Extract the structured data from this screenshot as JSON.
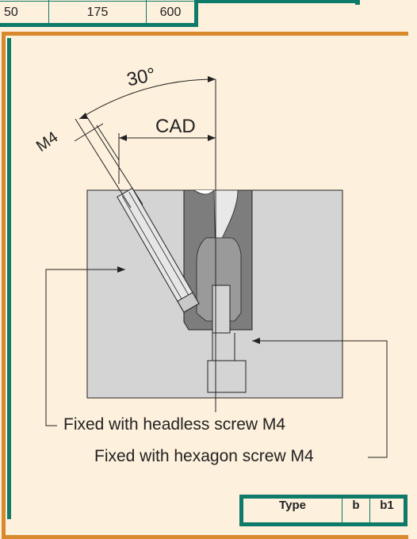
{
  "top_table": {
    "row": [
      "50",
      "175",
      "600"
    ]
  },
  "diagram": {
    "angle_label": "30°",
    "thread_label": "M4",
    "distance_label": "CAD",
    "callout_headless": "Fixed with headless screw M4",
    "callout_hexagon": "Fixed with hexagon screw M4"
  },
  "bottom_table": {
    "headers": [
      "Type",
      "b",
      "b1"
    ]
  },
  "colors": {
    "background": "#fdf0dc",
    "frame_orange": "#d8892c",
    "frame_green": "#0e7a6a",
    "block_gray": "#d4d4d4",
    "insert_dark": "#7d7d7d"
  }
}
